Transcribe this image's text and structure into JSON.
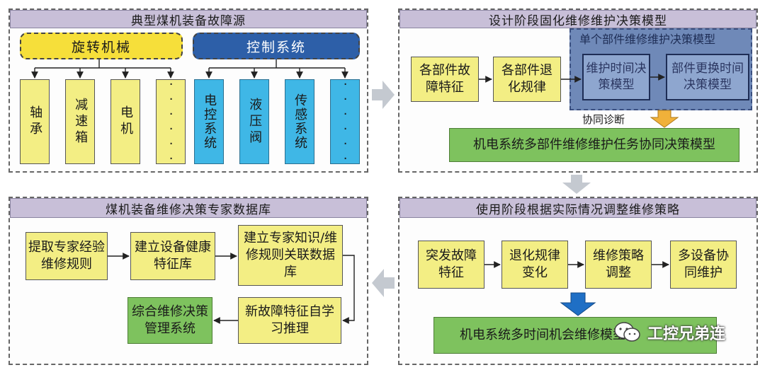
{
  "panel_tl": {
    "title": "典型煤机装备故障源",
    "group_mech": "旋转机械",
    "group_ctrl": "控制系统",
    "items": [
      "轴承",
      "减速箱",
      "电机",
      "······",
      "电控系统",
      "液压阀",
      "传感系统",
      "······"
    ]
  },
  "panel_tr": {
    "title": "设计阶段固化维修维护决策模型",
    "box_fault": "各部件故障特征",
    "box_degrade": "各部件退化规律",
    "single_title": "单个部件维修维护决策模型",
    "box_time": "维护时间决策模型",
    "box_replace": "部件更换时间决策模型",
    "diag_label": "协同诊断",
    "result": "机电系统多部件维修维护任务协同决策模型"
  },
  "panel_bl": {
    "title": "煤机装备维修决策专家数据库",
    "box1": "提取专家经验维修规则",
    "box2": "建立设备健康特征库",
    "box3": "建立专家知识/维修规则关联数据库",
    "box4": "新故障特征自学习推理",
    "box5": "综合维修决策管理系统"
  },
  "panel_br": {
    "title": "使用阶段根据实际情况调整维修策略",
    "box1": "突发故障特征",
    "box2": "退化规律变化",
    "box3": "维修策略调整",
    "box4": "多设备协同维护",
    "result": "机电系统多时间机会维修模型"
  },
  "watermark": {
    "text": "工控兄弟连",
    "icon": "wechat-icon"
  },
  "colors": {
    "title_bg": "#c8bfd8",
    "yellow": "#f3ee84",
    "green": "#7ec25e",
    "cyan": "#3fb7e6",
    "blue_group": "#2d5fa8"
  }
}
